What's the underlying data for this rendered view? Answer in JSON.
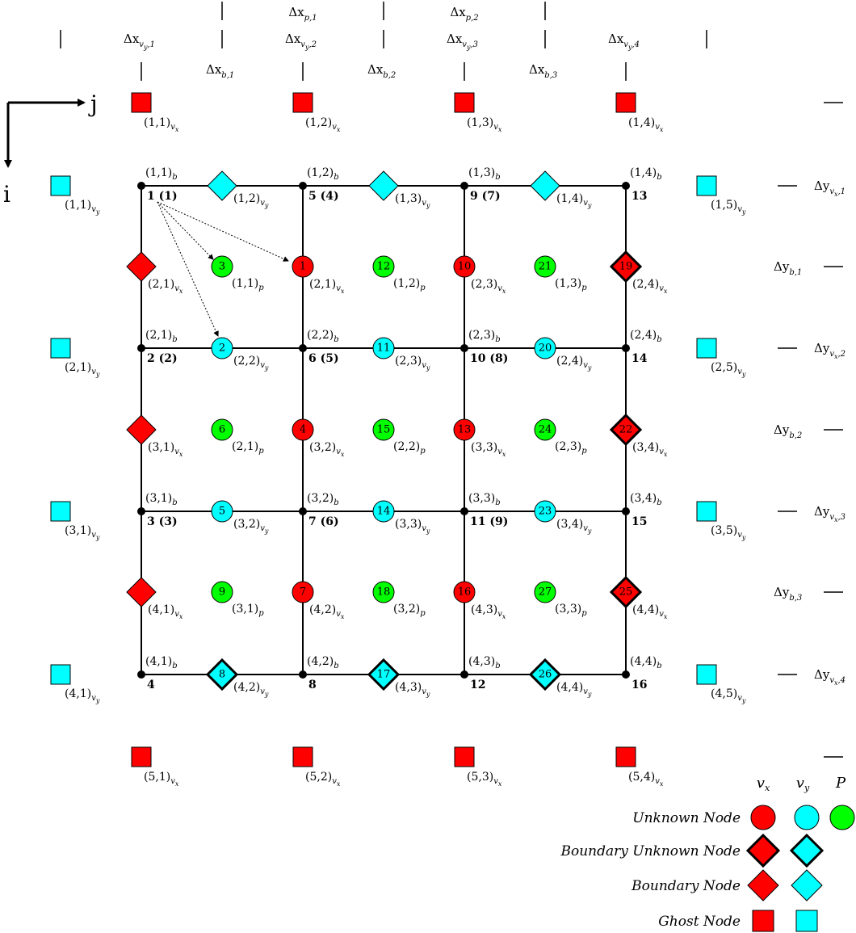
{
  "colors": {
    "vx": "#ff0000",
    "vy": "#00ffff",
    "p": "#00ff00",
    "black": "#000000"
  },
  "axes": {
    "j": "j",
    "i": "i"
  },
  "top_dx": {
    "p": [
      {
        "base": "Δx",
        "sub": "p,1"
      },
      {
        "base": "Δx",
        "sub": "p,2"
      }
    ],
    "vy": [
      {
        "base": "Δx",
        "sub": "v",
        "subsub": "y",
        "tail": ",1"
      },
      {
        "base": "Δx",
        "sub": "v",
        "subsub": "y",
        "tail": ",2"
      },
      {
        "base": "Δx",
        "sub": "v",
        "subsub": "y",
        "tail": ",3"
      },
      {
        "base": "Δx",
        "sub": "v",
        "subsub": "y",
        "tail": ",4"
      }
    ],
    "b": [
      {
        "base": "Δx",
        "sub": "b,1"
      },
      {
        "base": "Δx",
        "sub": "b,2"
      },
      {
        "base": "Δx",
        "sub": "b,3"
      }
    ]
  },
  "right_dy": {
    "vx": [
      {
        "base": "Δy",
        "sub": "v",
        "subsub": "x",
        "tail": ",1"
      },
      {
        "base": "Δy",
        "sub": "v",
        "subsub": "x",
        "tail": ",2"
      },
      {
        "base": "Δy",
        "sub": "v",
        "subsub": "x",
        "tail": ",3"
      },
      {
        "base": "Δy",
        "sub": "v",
        "subsub": "x",
        "tail": ",4"
      }
    ],
    "b": [
      {
        "base": "Δy",
        "sub": "b,1"
      },
      {
        "base": "Δy",
        "sub": "b,2"
      },
      {
        "base": "Δy",
        "sub": "b,3"
      }
    ]
  },
  "grid_nodes": [
    {
      "r": 0,
      "c": 0,
      "idx": "(1,1)",
      "sub": "b",
      "num": "1 (1)"
    },
    {
      "r": 0,
      "c": 1,
      "idx": "(1,2)",
      "sub": "b",
      "num": "5 (4)"
    },
    {
      "r": 0,
      "c": 2,
      "idx": "(1,3)",
      "sub": "b",
      "num": "9 (7)"
    },
    {
      "r": 0,
      "c": 3,
      "idx": "(1,4)",
      "sub": "b",
      "num": "13"
    },
    {
      "r": 1,
      "c": 0,
      "idx": "(2,1)",
      "sub": "b",
      "num": "2 (2)"
    },
    {
      "r": 1,
      "c": 1,
      "idx": "(2,2)",
      "sub": "b",
      "num": "6 (5)"
    },
    {
      "r": 1,
      "c": 2,
      "idx": "(2,3)",
      "sub": "b",
      "num": "10 (8)"
    },
    {
      "r": 1,
      "c": 3,
      "idx": "(2,4)",
      "sub": "b",
      "num": "14"
    },
    {
      "r": 2,
      "c": 0,
      "idx": "(3,1)",
      "sub": "b",
      "num": "3 (3)"
    },
    {
      "r": 2,
      "c": 1,
      "idx": "(3,2)",
      "sub": "b",
      "num": "7 (6)"
    },
    {
      "r": 2,
      "c": 2,
      "idx": "(3,3)",
      "sub": "b",
      "num": "11 (9)"
    },
    {
      "r": 2,
      "c": 3,
      "idx": "(3,4)",
      "sub": "b",
      "num": "15"
    },
    {
      "r": 3,
      "c": 0,
      "idx": "(4,1)",
      "sub": "b",
      "num": "4"
    },
    {
      "r": 3,
      "c": 1,
      "idx": "(4,2)",
      "sub": "b",
      "num": "8"
    },
    {
      "r": 3,
      "c": 2,
      "idx": "(4,3)",
      "sub": "b",
      "num": "12"
    },
    {
      "r": 3,
      "c": 3,
      "idx": "(4,4)",
      "sub": "b",
      "num": "16"
    }
  ],
  "vx_nodes": [
    {
      "r": 0,
      "c": 0,
      "kind": "boundary",
      "idx": "(2,1)"
    },
    {
      "r": 0,
      "c": 1,
      "kind": "unknown",
      "num": "1",
      "idx": "(2,1)"
    },
    {
      "r": 0,
      "c": 2,
      "kind": "unknown",
      "num": "10",
      "idx": "(2,3)"
    },
    {
      "r": 0,
      "c": 3,
      "kind": "boundary-unknown",
      "num": "19",
      "idx": "(2,4)"
    },
    {
      "r": 1,
      "c": 0,
      "kind": "boundary",
      "idx": "(3,1)"
    },
    {
      "r": 1,
      "c": 1,
      "kind": "unknown",
      "num": "4",
      "idx": "(3,2)"
    },
    {
      "r": 1,
      "c": 2,
      "kind": "unknown",
      "num": "13",
      "idx": "(3,3)"
    },
    {
      "r": 1,
      "c": 3,
      "kind": "boundary-unknown",
      "num": "22",
      "idx": "(3,4)"
    },
    {
      "r": 2,
      "c": 0,
      "kind": "boundary",
      "idx": "(4,1)"
    },
    {
      "r": 2,
      "c": 1,
      "kind": "unknown",
      "num": "7",
      "idx": "(4,2)"
    },
    {
      "r": 2,
      "c": 2,
      "kind": "unknown",
      "num": "16",
      "idx": "(4,3)"
    },
    {
      "r": 2,
      "c": 3,
      "kind": "boundary-unknown",
      "num": "25",
      "idx": "(4,4)"
    }
  ],
  "vy_nodes": [
    {
      "r": 0,
      "c": 0,
      "kind": "boundary",
      "idx": "(1,2)"
    },
    {
      "r": 0,
      "c": 1,
      "kind": "boundary",
      "idx": "(1,3)"
    },
    {
      "r": 0,
      "c": 2,
      "kind": "boundary",
      "idx": "(1,4)"
    },
    {
      "r": 1,
      "c": 0,
      "kind": "unknown",
      "num": "2",
      "idx": "(2,2)"
    },
    {
      "r": 1,
      "c": 1,
      "kind": "unknown",
      "num": "11",
      "idx": "(2,3)"
    },
    {
      "r": 1,
      "c": 2,
      "kind": "unknown",
      "num": "20",
      "idx": "(2,4)"
    },
    {
      "r": 2,
      "c": 0,
      "kind": "unknown",
      "num": "5",
      "idx": "(3,2)"
    },
    {
      "r": 2,
      "c": 1,
      "kind": "unknown",
      "num": "14",
      "idx": "(3,3)"
    },
    {
      "r": 2,
      "c": 2,
      "kind": "unknown",
      "num": "23",
      "idx": "(3,4)"
    },
    {
      "r": 3,
      "c": 0,
      "kind": "boundary-unknown",
      "num": "8",
      "idx": "(4,2)"
    },
    {
      "r": 3,
      "c": 1,
      "kind": "boundary-unknown",
      "num": "17",
      "idx": "(4,3)"
    },
    {
      "r": 3,
      "c": 2,
      "kind": "boundary-unknown",
      "num": "26",
      "idx": "(4,4)"
    }
  ],
  "p_nodes": [
    {
      "r": 0,
      "c": 0,
      "num": "3",
      "idx": "(1,1)"
    },
    {
      "r": 0,
      "c": 1,
      "num": "12",
      "idx": "(1,2)"
    },
    {
      "r": 0,
      "c": 2,
      "num": "21",
      "idx": "(1,3)"
    },
    {
      "r": 1,
      "c": 0,
      "num": "6",
      "idx": "(2,1)"
    },
    {
      "r": 1,
      "c": 1,
      "num": "15",
      "idx": "(2,2)"
    },
    {
      "r": 1,
      "c": 2,
      "num": "24",
      "idx": "(2,3)"
    },
    {
      "r": 2,
      "c": 0,
      "num": "9",
      "idx": "(3,1)"
    },
    {
      "r": 2,
      "c": 1,
      "num": "18",
      "idx": "(3,2)"
    },
    {
      "r": 2,
      "c": 2,
      "num": "27",
      "idx": "(3,3)"
    }
  ],
  "ghost_vx": [
    {
      "row": "top",
      "c": 0,
      "idx": "(1,1)"
    },
    {
      "row": "top",
      "c": 1,
      "idx": "(1,2)"
    },
    {
      "row": "top",
      "c": 2,
      "idx": "(1,3)"
    },
    {
      "row": "top",
      "c": 3,
      "idx": "(1,4)"
    },
    {
      "row": "bottom",
      "c": 0,
      "idx": "(5,1)"
    },
    {
      "row": "bottom",
      "c": 1,
      "idx": "(5,2)"
    },
    {
      "row": "bottom",
      "c": 2,
      "idx": "(5,3)"
    },
    {
      "row": "bottom",
      "c": 3,
      "idx": "(5,4)"
    }
  ],
  "ghost_vy": [
    {
      "side": "left",
      "r": 0,
      "idx": "(1,1)"
    },
    {
      "side": "left",
      "r": 1,
      "idx": "(2,1)"
    },
    {
      "side": "left",
      "r": 2,
      "idx": "(3,1)"
    },
    {
      "side": "left",
      "r": 3,
      "idx": "(4,1)"
    },
    {
      "side": "right",
      "r": 0,
      "idx": "(1,5)"
    },
    {
      "side": "right",
      "r": 1,
      "idx": "(2,5)"
    },
    {
      "side": "right",
      "r": 2,
      "idx": "(3,5)"
    },
    {
      "side": "right",
      "r": 3,
      "idx": "(4,5)"
    }
  ],
  "legend": {
    "headers": [
      {
        "base": "v",
        "sub": "x"
      },
      {
        "base": "v",
        "sub": "y"
      },
      {
        "base": "P",
        "sub": ""
      }
    ],
    "rows": [
      {
        "label": "Unknown Node",
        "kind": "unknown",
        "cols": [
          "vx",
          "vy",
          "p"
        ]
      },
      {
        "label": "Boundary Unknown Node",
        "kind": "boundary-unknown",
        "cols": [
          "vx",
          "vy"
        ]
      },
      {
        "label": "Boundary Node",
        "kind": "boundary",
        "cols": [
          "vx",
          "vy"
        ]
      },
      {
        "label": "Ghost Node",
        "kind": "ghost",
        "cols": [
          "vx",
          "vy"
        ]
      }
    ]
  }
}
